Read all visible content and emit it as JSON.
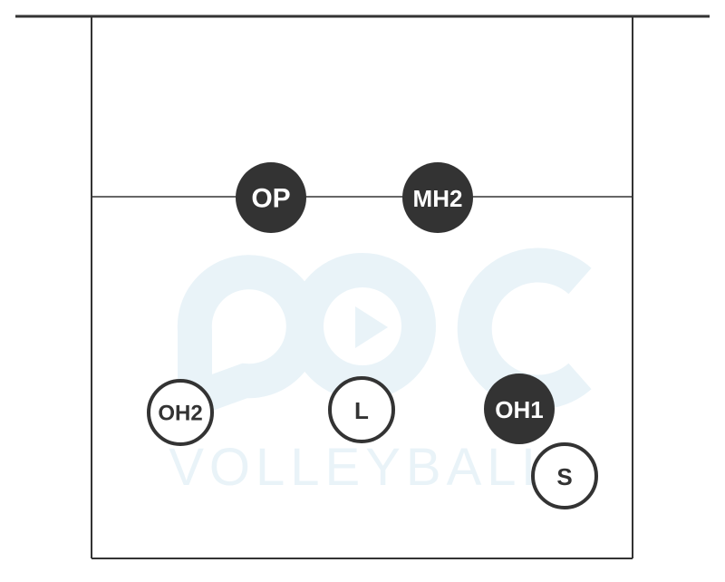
{
  "diagram": {
    "colors": {
      "line": "#333333",
      "filled_player": "#333333",
      "filled_text": "#ffffff",
      "outline_player_fill": "#ffffff",
      "outline_text": "#333333",
      "watermark": "#e9f3f8"
    },
    "watermark": {
      "logo_letters": "aoc",
      "text": "VOLLEYBALL"
    },
    "players": [
      {
        "id": "op",
        "label": "OP",
        "style": "filled"
      },
      {
        "id": "mh2",
        "label": "MH2",
        "style": "filled"
      },
      {
        "id": "oh2",
        "label": "OH2",
        "style": "outline"
      },
      {
        "id": "l",
        "label": "L",
        "style": "outline"
      },
      {
        "id": "oh1",
        "label": "OH1",
        "style": "filled"
      },
      {
        "id": "s",
        "label": "S",
        "style": "outline"
      }
    ]
  }
}
